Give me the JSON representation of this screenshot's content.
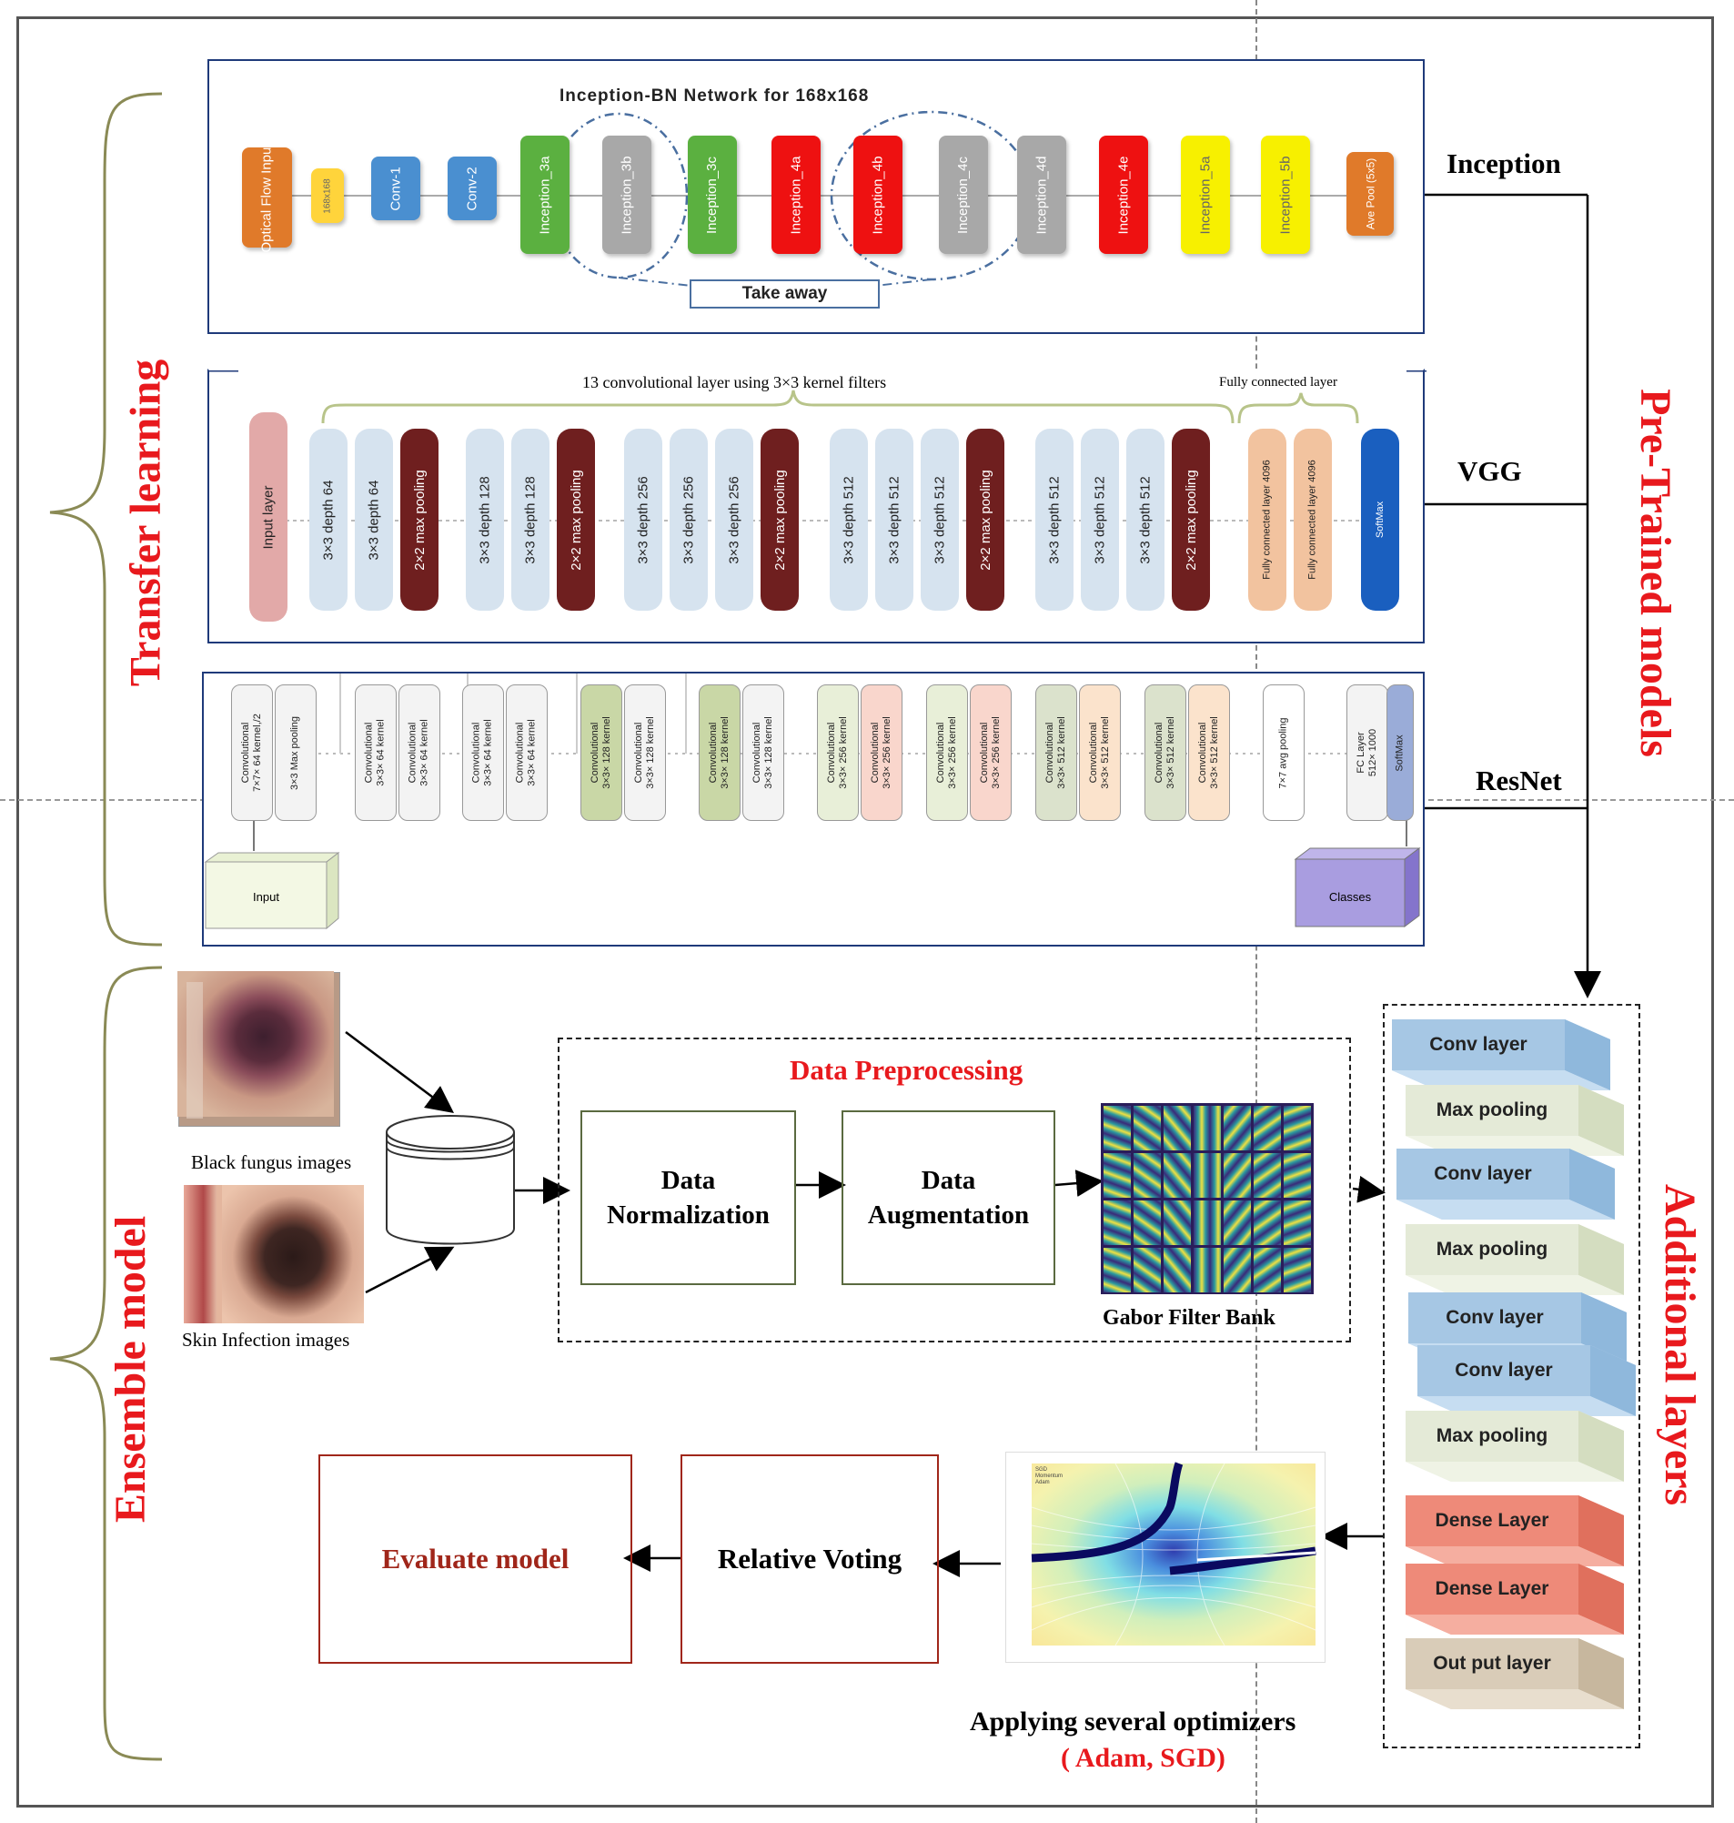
{
  "side_labels": {
    "transfer_learning": "Transfer learning",
    "ensemble_model": "Ensemble model",
    "pretrained_models": "Pre-Trained models",
    "additional_layers": "Additional layers"
  },
  "model_labels": {
    "inception": "Inception",
    "vgg": "VGG",
    "resnet": "ResNet"
  },
  "inception": {
    "title": "Inception-BN Network for 168x168",
    "take_away": "Take away",
    "blocks": [
      "Optical Flow Input",
      "168x168",
      "Conv-1",
      "Conv-2",
      "Inception_3a",
      "Inception_3b",
      "Inception_3c",
      "Inception_4a",
      "Inception_4b",
      "Inception_4c",
      "Inception_4d",
      "Inception_4e",
      "Inception_5a",
      "Inception_5b",
      "Ave Pool (5x5)"
    ]
  },
  "vgg": {
    "conv_brace": "13 convolutional layer using 3×3 kernel filters",
    "fc_brace": "Fully connected layer",
    "input": "Input layer",
    "blocks": [
      "3×3 depth 64",
      "3×3 depth 64",
      "2×2 max pooling",
      "3×3 depth 128",
      "3×3 depth 128",
      "2×2 max pooling",
      "3×3 depth 256",
      "3×3 depth 256",
      "3×3 depth 256",
      "2×2 max pooling",
      "3×3 depth 512",
      "3×3 depth 512",
      "3×3 depth 512",
      "2×2 max pooling",
      "3×3 depth 512",
      "3×3 depth 512",
      "3×3 depth 512",
      "2×2 max pooling",
      "Fully connected layer 4096",
      "Fully connected layer 4096",
      "SoftMax"
    ]
  },
  "resnet": {
    "input": "Input",
    "classes": "Classes",
    "blocks": [
      "Convolutional\n7×7× 64 kernel,/2",
      "3×3 Max pooling",
      "Convolutional\n3×3× 64 kernel",
      "Convolutional\n3×3× 64 kernel",
      "Convolutional\n3×3× 64 kernel",
      "Convolutional\n3×3× 64 kernel",
      "Convolutional\n3×3× 128 kernel",
      "Convolutional\n3×3× 128 kernel",
      "Convolutional\n3×3× 128 kernel",
      "Convolutional\n3×3× 128 kernel",
      "Convolutional\n3×3× 256 kernel",
      "Convolutional\n3×3× 256 kernel",
      "Convolutional\n3×3× 256 kernel",
      "Convolutional\n3×3× 256 kernel",
      "Convolutional\n3×3× 512 kernel",
      "Convolutional\n3×3× 512 kernel",
      "Convolutional\n3×3× 512 kernel",
      "Convolutional\n3×3× 512 kernel",
      "7×7 avg pooling",
      "FC Layer\n512× 1000",
      "SoftMax"
    ]
  },
  "ensemble": {
    "black_fungus": "Black fungus images",
    "skin_infection": "Skin Infection images",
    "data_preprocessing": "Data Preprocessing",
    "data_normalization": "Data Normalization",
    "data_augmentation": "Data Augmentation",
    "gabor": "Gabor Filter Bank",
    "relative_voting": "Relative Voting",
    "evaluate_model": "Evaluate model",
    "optimizers_title": "Applying several optimizers",
    "optimizers_list": "( Adam, SGD)"
  },
  "additional_layers": [
    "Conv layer",
    "Max pooling",
    "Conv layer",
    "Max pooling",
    "Conv layer",
    "Conv layer",
    "Max pooling",
    "Dense Layer",
    "Dense Layer",
    "Out put layer"
  ],
  "colors": {
    "red_label": "#e8191d",
    "evaluate": "#a0261a",
    "panel_border": "#1f3a7a",
    "conv_layer": "#9fc4e8",
    "pool_layer": "#dfe7cf",
    "dense_layer": "#f08a78",
    "output_layer": "#d6c9b5"
  }
}
